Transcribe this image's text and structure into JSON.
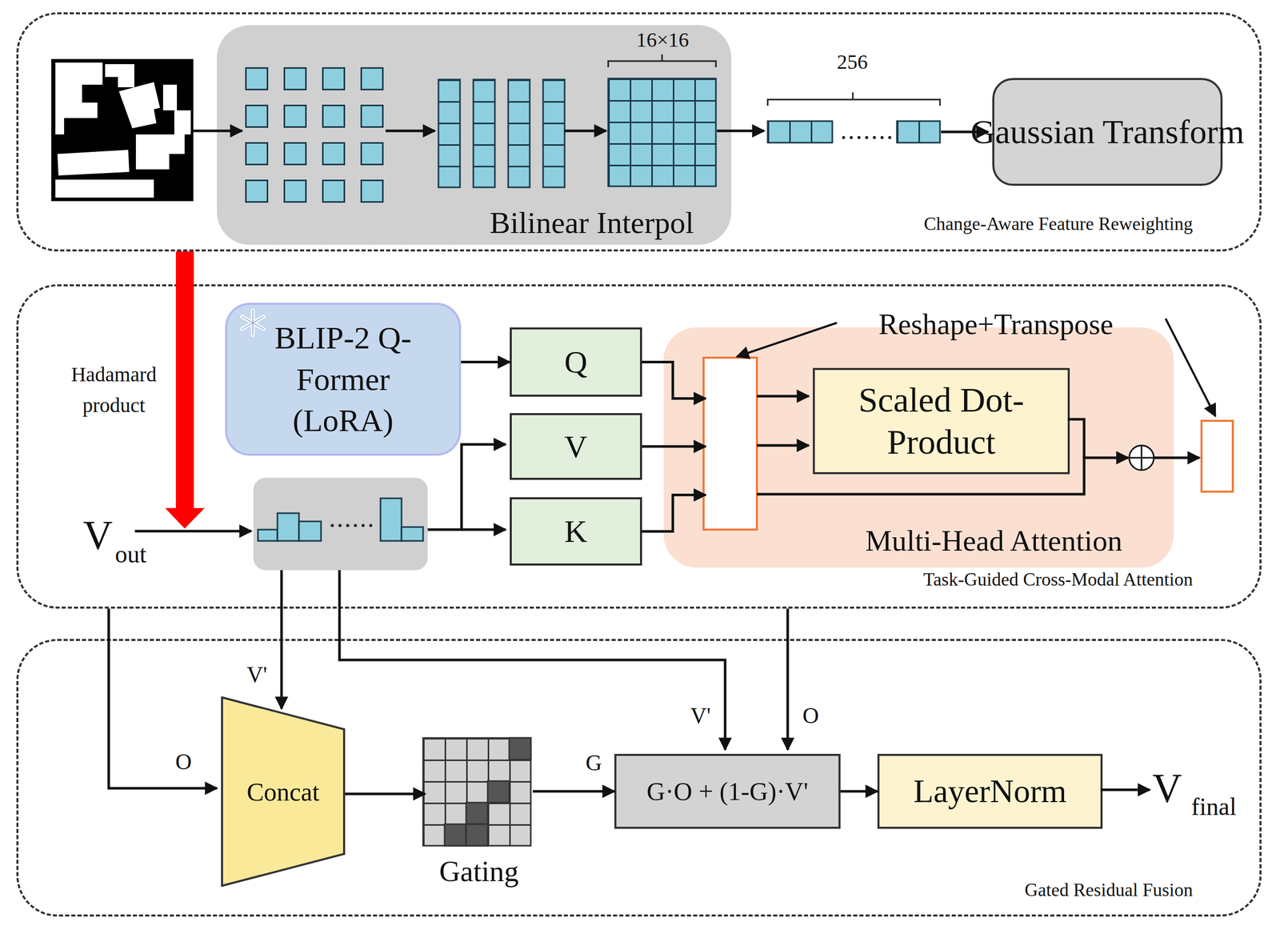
{
  "diagram": {
    "nodes": [
      {
        "text": [
          "Change-Aware Feature Reweighting"
        ]
      },
      {
        "text": [
          "Bilinear Interpol"
        ],
        "in": 0
      },
      {
        "text": [
          "Gaussian Transform"
        ],
        "in": 0
      },
      {
        "text": [
          "Task-Guided Cross-Modal Attention"
        ]
      },
      {
        "text": [
          "BLIP-2 Q-Former (LoRA)"
        ],
        "in": 3
      },
      {
        "text": [
          "Q"
        ],
        "in": 3
      },
      {
        "text": [
          "V"
        ],
        "in": 3
      },
      {
        "text": [
          "K"
        ],
        "in": 3
      },
      {
        "text": [
          "Multi-Head Attention"
        ],
        "in": 3
      },
      {
        "text": [
          "Scaled Dot-Product"
        ],
        "in": 8
      },
      {
        "text": [
          "Gated Residual Fusion"
        ]
      },
      {
        "text": [
          "Concat"
        ],
        "in": 10
      },
      {
        "text": [
          "Gating"
        ],
        "in": 10
      },
      {
        "text": [
          "G·O + (1-G)·V'"
        ],
        "in": 10
      },
      {
        "text": [
          "LayerNorm"
        ],
        "in": 10
      }
    ],
    "edges": [
      {
        "from": 4,
        "to": 5,
        "arrow": "to"
      },
      {
        "from": 5,
        "to": 8,
        "arrow": "to"
      },
      {
        "from": 6,
        "to": 8,
        "arrow": "to"
      },
      {
        "from": 7,
        "to": 8,
        "arrow": "to"
      },
      {
        "from": 11,
        "to": 12,
        "arrow": "to"
      },
      {
        "from": 12,
        "to": 13,
        "label": "G",
        "arrow": "to"
      },
      {
        "from": 13,
        "to": 14,
        "arrow": "to"
      }
    ],
    "labels": [
      "16×16",
      "256",
      "Hadamard product",
      "Reshape+Transpose",
      "V",
      "out",
      "V'",
      "O",
      "V'",
      "O",
      "V",
      "final"
    ]
  }
}
